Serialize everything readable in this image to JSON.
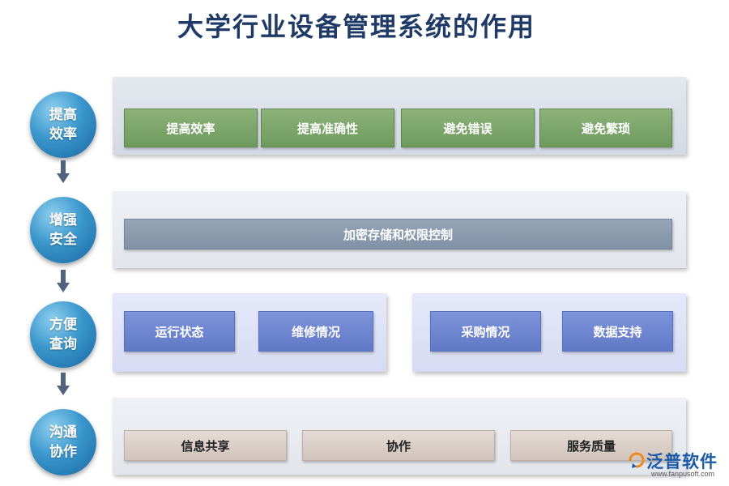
{
  "title": "大学行业设备管理系统的作用",
  "stages": [
    {
      "line1": "提高",
      "line2": "效率",
      "boxes": [
        "提高效率",
        "提高准确性",
        "避免错误",
        "避免繁琐"
      ]
    },
    {
      "line1": "增强",
      "line2": "安全",
      "boxes": [
        "加密存储和权限控制"
      ]
    },
    {
      "line1": "方便",
      "line2": "查询",
      "groups": [
        [
          "运行状态",
          "维修情况"
        ],
        [
          "采购情况",
          "数据支持"
        ]
      ]
    },
    {
      "line1": "沟通",
      "line2": "协作",
      "boxes": [
        "信息共享",
        "协作",
        "服务质量"
      ]
    }
  ],
  "logo": {
    "name": "泛普软件",
    "url": "www.fanpusoft.com"
  },
  "colors": {
    "title": "#1f3a66",
    "circle": "#2f86c0",
    "arrow": "#50627d",
    "efficiency_box": "#7aa568",
    "security_box": "#8a99ad",
    "query_box": "#6b82cf",
    "collab_box": "#dacfc8",
    "logo_orange": "#f08a1c",
    "logo_blue": "#1c5aa8"
  }
}
